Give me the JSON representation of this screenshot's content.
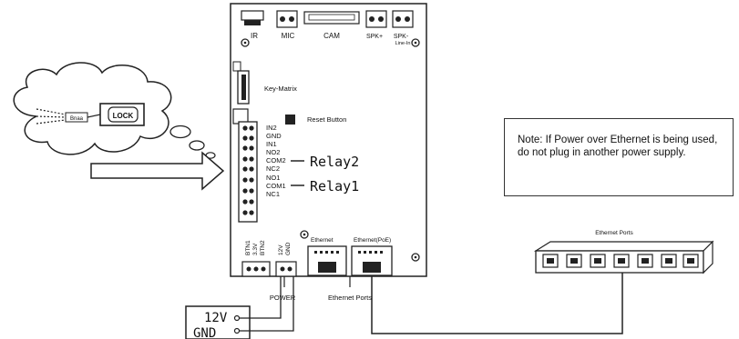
{
  "board": {
    "top_labels": {
      "ir": "IR",
      "mic": "MIC",
      "cam": "CAM",
      "spk_plus": "SPK+",
      "spk_minus": "SPK-",
      "line_in": "Line-In"
    },
    "key_matrix": "Key-Matrix",
    "reset_button": "Reset Button",
    "terminal_pins": [
      "IN2",
      "GND",
      "IN1",
      "NO2",
      "COM2",
      "NC2",
      "NO1",
      "COM1",
      "NC1"
    ],
    "relay2": "Relay2",
    "relay1": "Relay1",
    "bottom_pins": [
      "BTN1",
      "3.3V",
      "BTN2"
    ],
    "power_pins": [
      "12V",
      "GND"
    ],
    "ethernet": "Ethernet",
    "ethernet_poe": "Ethernet(PoE)",
    "power_caption": "POWER",
    "ethernet_ports_caption": "Ethernet Ports"
  },
  "lock_cloud": {
    "lock_label": "LOCK",
    "small_label": "Bnaa"
  },
  "supply": {
    "v12": "12V",
    "gnd": "GND"
  },
  "note": {
    "text": "Note: If Power over Ethernet is being used, do not plug in another power supply."
  },
  "switch": {
    "label": "Ethernet Ports"
  }
}
